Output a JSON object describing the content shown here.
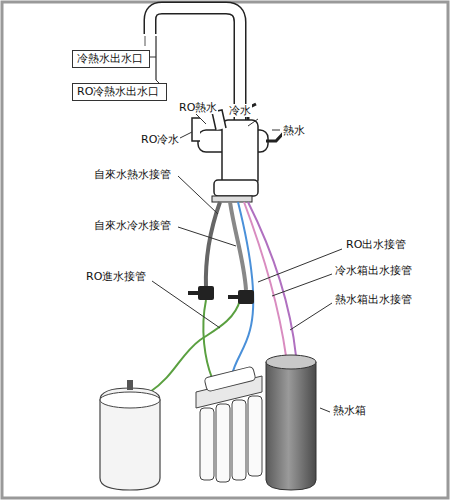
{
  "diagram": {
    "nodes": [
      {
        "text": [
          "冷熱水出水口"
        ]
      },
      {
        "text": [
          "RO冷熱水出水口"
        ]
      }
    ],
    "labels": [
      "RO熱水",
      "冷水",
      "熱水",
      "RO冷水",
      "自來水熱水接管",
      "自來水冷水接管",
      "RO出水接管",
      "冷水箱出水接管",
      "RO進水接管",
      "熱水箱出水接管",
      "熱水箱"
    ]
  }
}
